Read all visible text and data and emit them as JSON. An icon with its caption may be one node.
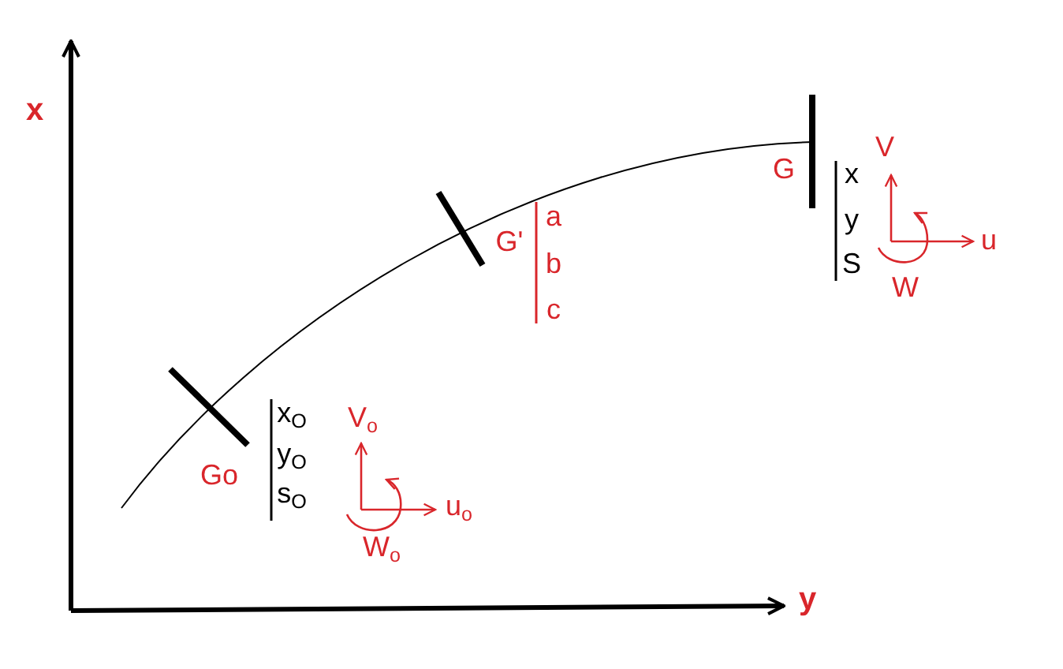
{
  "diagram": {
    "labels": [
      "x",
      "G",
      "V",
      "x",
      "u",
      "G'",
      "a",
      "y",
      "b",
      "S",
      "W",
      "c",
      "x$_{O}$",
      "V$_{o}$",
      "Go",
      "y$_{O}$",
      "u$_{o}$",
      "s$_{O}$",
      "W$_{o}$",
      "y"
    ]
  }
}
